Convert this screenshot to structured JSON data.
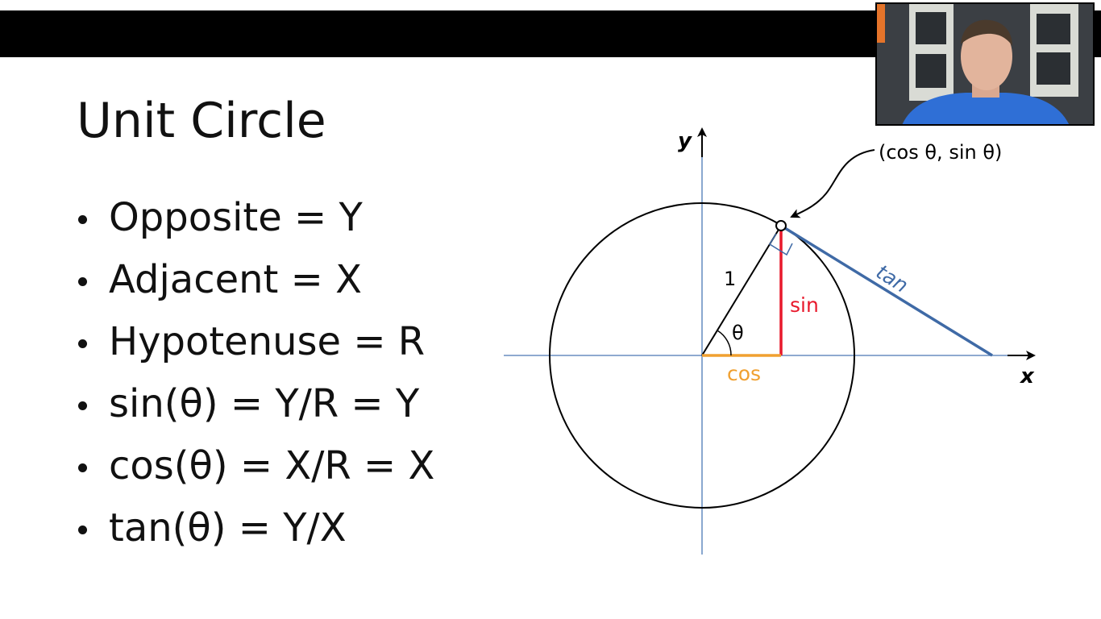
{
  "slide": {
    "title": "Unit Circle",
    "bullets": [
      "Opposite = Y",
      "Adjacent = X",
      "Hypotenuse = R",
      "sin(θ) = Y/R = Y",
      "cos(θ) = X/R = X",
      "tan(θ) = Y/X"
    ]
  },
  "diagram": {
    "axis_x_label": "x",
    "axis_y_label": "y",
    "point_label": "(cos θ, sin θ)",
    "radius_label": "1",
    "angle_label": "θ",
    "sin_label": "sin",
    "cos_label": "cos",
    "tan_label": "tan",
    "colors": {
      "axes": "#4a78b5",
      "sin": "#e8192c",
      "cos": "#f0a030",
      "tan": "#3f6aa6",
      "circle": "#000000"
    }
  },
  "webcam": {
    "icon": "webcam-presenter-video"
  }
}
